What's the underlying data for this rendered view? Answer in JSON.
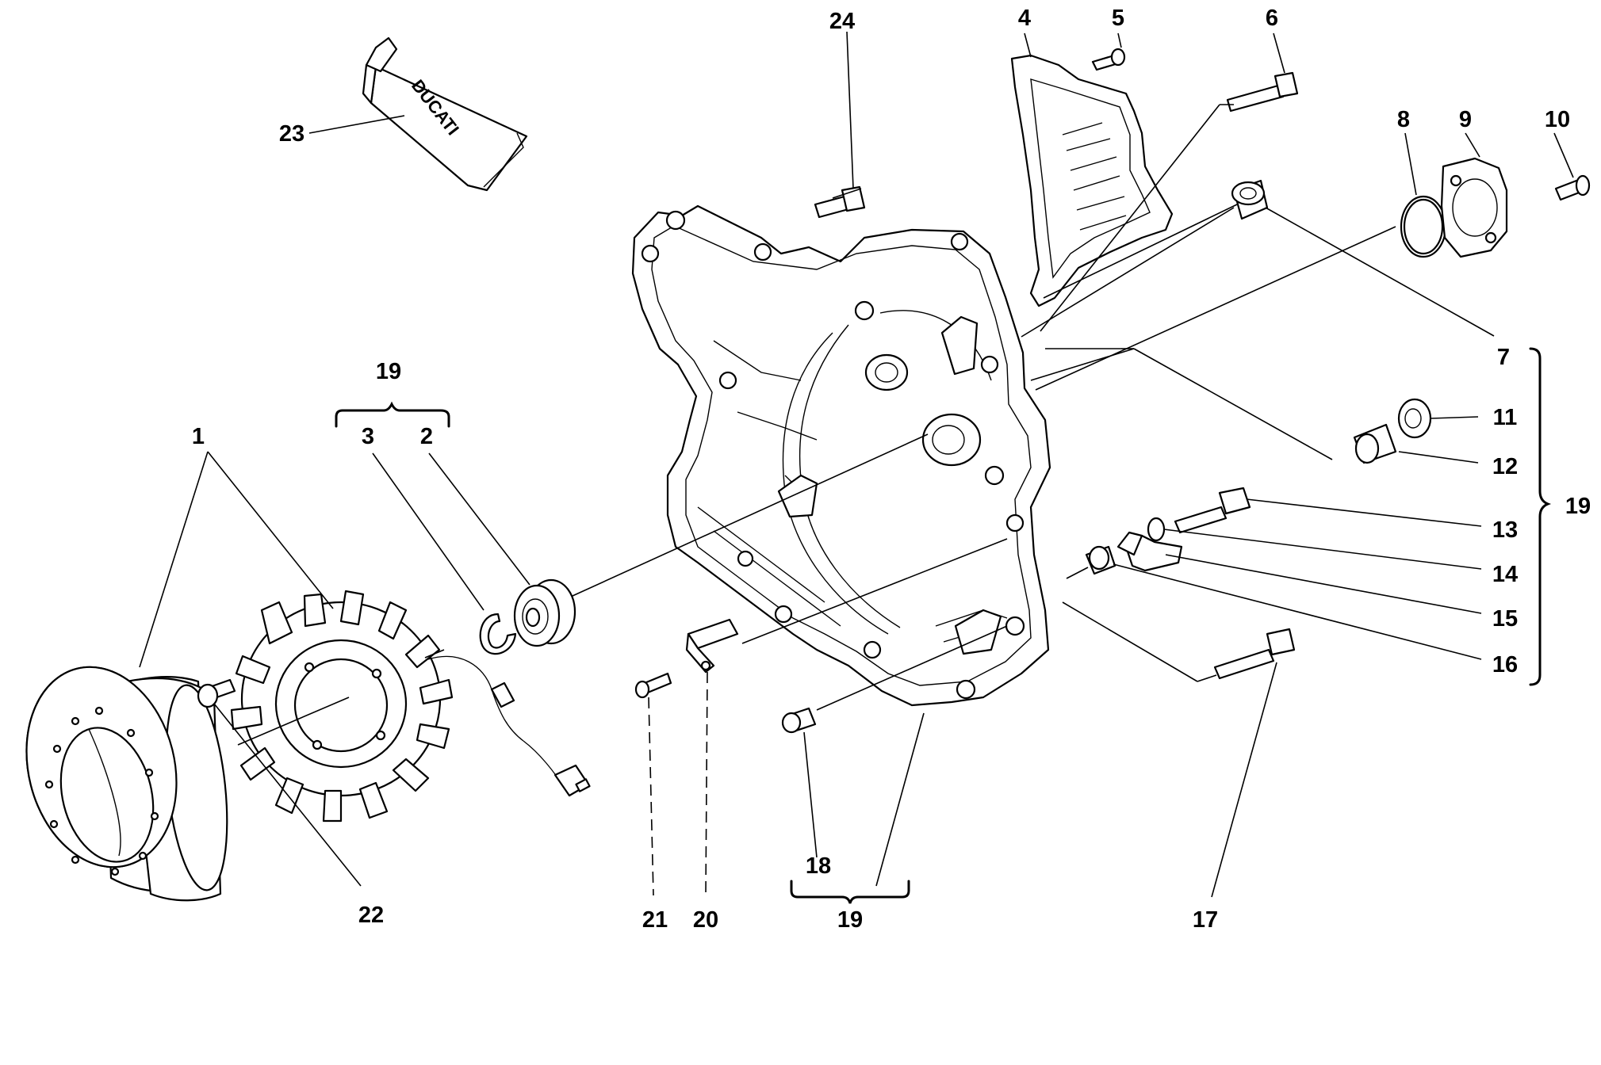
{
  "callouts": [
    {
      "id": "1",
      "text": "1"
    },
    {
      "id": "2",
      "text": "2"
    },
    {
      "id": "3",
      "text": "3"
    },
    {
      "id": "4",
      "text": "4"
    },
    {
      "id": "5",
      "text": "5"
    },
    {
      "id": "6",
      "text": "6"
    },
    {
      "id": "7",
      "text": "7"
    },
    {
      "id": "8",
      "text": "8"
    },
    {
      "id": "9",
      "text": "9"
    },
    {
      "id": "10",
      "text": "10"
    },
    {
      "id": "11",
      "text": "11"
    },
    {
      "id": "12",
      "text": "12"
    },
    {
      "id": "13",
      "text": "13"
    },
    {
      "id": "14",
      "text": "14"
    },
    {
      "id": "15",
      "text": "15"
    },
    {
      "id": "16",
      "text": "16"
    },
    {
      "id": "17",
      "text": "17"
    },
    {
      "id": "18",
      "text": "18"
    },
    {
      "id": "19a",
      "text": "19"
    },
    {
      "id": "19b",
      "text": "19"
    },
    {
      "id": "19c",
      "text": "19"
    },
    {
      "id": "20",
      "text": "20"
    },
    {
      "id": "21",
      "text": "21"
    },
    {
      "id": "22",
      "text": "22"
    },
    {
      "id": "23",
      "text": "23"
    },
    {
      "id": "24",
      "text": "24"
    }
  ],
  "tube_logo": "DUCATI"
}
